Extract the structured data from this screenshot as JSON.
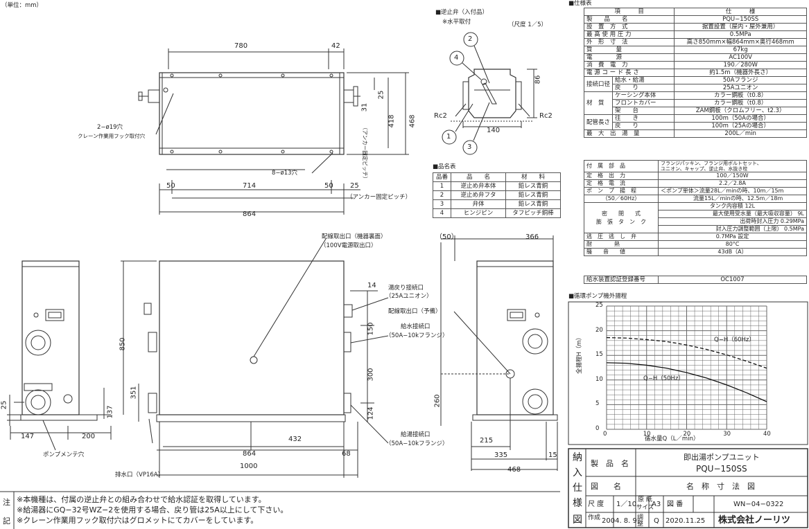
{
  "unit_note": "（単位：mm）",
  "top_view": {
    "dim_780": "780",
    "dim_42": "42",
    "dim_25": "25",
    "dim_31": "31",
    "dim_418": "418",
    "dim_468": "468",
    "anchor_pitch_v": "（アンカー固定ピッチ）",
    "hook_hole": "2−ø19穴",
    "hook_hole_desc": "クレーン作業用フック取付穴",
    "hole_13": "8−ø13穴",
    "dim_50a": "50",
    "dim_714": "714",
    "dim_50b": "50",
    "dim_25b": "25",
    "anchor_pitch_h": "（アンカー固定ピッチ）",
    "dim_864": "864"
  },
  "check_valve": {
    "title": "■逆止弁（入付品）",
    "subtitle": "※水平取付",
    "scale": "（尺度 1／5）",
    "n1": "1",
    "n2": "2",
    "n3": "3",
    "n4": "4",
    "rc_left": "Rc2",
    "rc_right": "Rc2",
    "dim_140": "140",
    "dim_86": "86"
  },
  "parts_table": {
    "title": "■品名表",
    "headers": [
      "品番",
      "品　　名",
      "材　　料"
    ],
    "rows": [
      [
        "1",
        "逆止め弁本体",
        "鉛レス青銅"
      ],
      [
        "2",
        "逆止め弁フタ",
        "鉛レス青銅"
      ],
      [
        "3",
        "弁体",
        "鉛レス青銅"
      ],
      [
        "4",
        "ヒンジピン",
        "タフピッチ銅棒"
      ]
    ]
  },
  "spec_table": {
    "title": "■仕様表",
    "header_item": "項　　　目",
    "header_spec": "仕　　　様",
    "rows": [
      {
        "label": "製　　品　　名",
        "value": "PQU−150SS"
      },
      {
        "label": "設　置　方　式",
        "value": "据置設置（屋内・屋外兼用）"
      },
      {
        "label": "最 高 使 用 圧 力",
        "value": "0.5MPa"
      },
      {
        "label": "外　形　寸　法",
        "value": "高さ850mm×幅864mm×奥行468mm"
      },
      {
        "label": "質　　　　量",
        "value": "67kg"
      },
      {
        "label": "電　　　　源",
        "value": "AC100V"
      },
      {
        "label": "消　費　電　力",
        "value": "190／280W"
      },
      {
        "label": "電 源 コ ー ド 長 さ",
        "value": "約1.5m（機器外長さ）"
      }
    ],
    "connection_label": "接続口径",
    "connection_rows": [
      {
        "label": "給水・給湯",
        "value": "50Aフランジ"
      },
      {
        "label": "戻　　り",
        "value": "25Aユニオン"
      }
    ],
    "material_label": "材　質",
    "material_rows": [
      {
        "label": "ケーシング本体",
        "value": "カラー鋼板（t0.8）"
      },
      {
        "label": "フロントカバー",
        "value": "カラー鋼板（t0.8）"
      },
      {
        "label": "架　　台",
        "value": "ZAM鋼板（クロムフリー、t2.3）"
      }
    ],
    "pipe_label": "配管長さ",
    "pipe_rows": [
      {
        "label": "往　　き",
        "value": "100m（50Aの場合）"
      },
      {
        "label": "戻　　り",
        "value": "100m（25Aの場合）"
      }
    ],
    "max_flow_label": "最　大　出　湯　量",
    "max_flow_value": "200L／min",
    "accessories_label": "付　属　部　品",
    "accessories_value_1": "フランジパッキン、フランジ用ボルトセット、",
    "accessories_value_2": "ユニオン、キャップ、逆止弁、水抜き栓",
    "rated_output_label": "定　格　出　力",
    "rated_output_value": "100／150W",
    "rated_current_label": "定　格　電　流",
    "rated_current_value": "2.2／2.8A",
    "pump_label_1": "ポ　ン　プ　揚　程",
    "pump_label_2": "（50／60Hz）",
    "pump_value_1": "＜ポンプ単体＞流量28L／minの時、10m／15m",
    "pump_value_2": "流量15L／minの時、12.5m／18m",
    "tank_label_1": "密　　閉　　式",
    "tank_label_2": "膨　張　タ　ン　ク",
    "tank_rows": [
      "タンク内容積 12L",
      "最大使用受水量（最大吸収容量） 9L",
      "出荷時封入圧力 0.29MPa",
      "封入圧力調整範囲（上限） 0.5MPa"
    ],
    "relief_label": "逃　圧　逃　し　弁",
    "relief_value": "0.7MPa 設定",
    "heat_label": "耐　　　　熱",
    "heat_value": "80°C",
    "noise_label": "騒　　音　　値",
    "noise_value": "43dB（A）",
    "cert_label": "給水装置認証登録番号",
    "cert_value": "OC1007"
  },
  "chart_title": "■循環ポンプ機外揚程",
  "chart_data": {
    "type": "line",
    "xlabel": "循水量Q（L／min）",
    "ylabel": "全揚程H（m）",
    "xlim": [
      0,
      40
    ],
    "ylim": [
      0,
      25
    ],
    "x_ticks": [
      "0",
      "10",
      "20",
      "30",
      "40"
    ],
    "y_ticks": [
      "0",
      "5",
      "10",
      "15",
      "20",
      "25"
    ],
    "grid": true,
    "series": [
      {
        "name": "Q−H（60Hz）",
        "style": "dashed",
        "x": [
          0,
          5,
          10,
          15,
          20,
          25,
          30,
          35,
          40
        ],
        "y": [
          18.6,
          18.5,
          18.2,
          17.8,
          17.1,
          16.2,
          15.1,
          13.8,
          12.4
        ]
      },
      {
        "name": "Q−H（50Hz）",
        "style": "solid",
        "x": [
          0,
          5,
          10,
          15,
          20,
          25,
          30,
          35,
          40
        ],
        "y": [
          13.5,
          13.4,
          13.0,
          12.4,
          11.5,
          10.4,
          9.0,
          7.4,
          5.6
        ]
      }
    ]
  },
  "front_view": {
    "wiring_back": "配線取出口（機器裏面）",
    "wiring_back_2": "（100V電源取出口）",
    "return_port": "湯戻り接続口",
    "return_port_2": "（25Aユニオン）",
    "wiring_spare": "配線取出口（予備）",
    "supply_port": "給水接続口",
    "supply_port_2": "（50A−10kフランジ）",
    "hot_port": "給湯接続口",
    "hot_port_2": "（50A−10kフランジ）",
    "drain": "排水口（VP16A）",
    "pump_maint": "ポンプメンテ穴",
    "dim_14": "14",
    "dim_150": "150",
    "dim_300": "300",
    "dim_124": "124",
    "dim_850": "850",
    "dim_351": "351",
    "dim_432": "432",
    "dim_864": "864",
    "dim_68": "68",
    "dim_1000": "1000",
    "dim_25": "25",
    "dim_137": "137",
    "dim_147": "147",
    "dim_200": "200"
  },
  "side_view": {
    "dim_50": "（50）",
    "dim_366": "366",
    "dim_260": "260",
    "dim_215": "215",
    "dim_335": "335",
    "dim_15": "15",
    "dim_468": "468"
  },
  "notes": {
    "label_1": "注",
    "label_2": "記",
    "lines": [
      "※本機種は、付属の逆止弁との組み合わせで給水認証を取得しています。",
      "※給湯器にGQ−32号WZ−2を使用する場合、戻り管は25A以上にして下さい。",
      "※クレーン作業用フック取付穴はグロメットにてカバーをしています。"
    ]
  },
  "title_block": {
    "side_label": [
      "納",
      "入",
      "仕",
      "様",
      "図"
    ],
    "product_name_label": "製　品　名",
    "product_name_1": "即出湯ポンプユニット",
    "product_name_2": "PQU−150SS",
    "drawing_label": "図　　名",
    "drawing_name": "名　称　寸　法　図",
    "scale_label": "尺 度",
    "scale_value": "1／10",
    "paper_label_1": "原 紙",
    "paper_label_2": "サイズ",
    "paper_value": "A3",
    "dwg_no_label": "図 番",
    "dwg_no_value": "WN−04−0322",
    "created_label": "作成",
    "created_value": "2004. 8. 9",
    "revised_label": "調整",
    "revised_mark": "Q",
    "revised_value": "2020.11.25",
    "company": "株式会社ノーリツ"
  }
}
